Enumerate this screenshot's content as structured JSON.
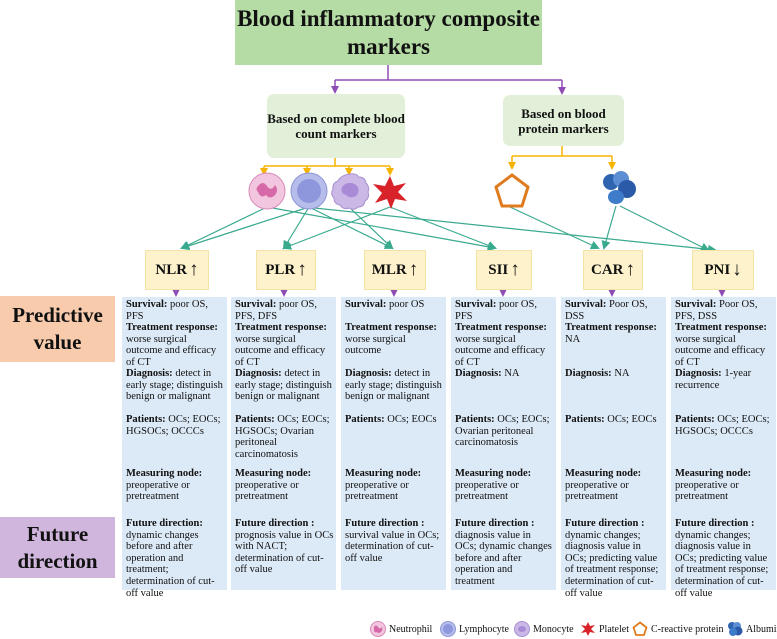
{
  "title": "Blood inflammatory composite markers",
  "branches": {
    "cbc": "Based on complete blood count markers",
    "protein": "Based on blood protein markers"
  },
  "markers": [
    {
      "name": "NLR",
      "arrow": "↑"
    },
    {
      "name": "PLR",
      "arrow": "↑"
    },
    {
      "name": "MLR",
      "arrow": "↑"
    },
    {
      "name": "SII",
      "arrow": "↑"
    },
    {
      "name": "CAR",
      "arrow": "↑"
    },
    {
      "name": "PNI",
      "arrow": "↓"
    }
  ],
  "row_labels": {
    "predictive": "Predictive value",
    "future": "Future direction"
  },
  "field_labels": {
    "survival": "Survival:",
    "treatment": "Treatment response:",
    "diagnosis": "Diagnosis:",
    "patients": "Patients:",
    "measuring": "Measuring node:"
  },
  "columns": [
    {
      "survival": "poor OS, PFS",
      "treatment": "worse surgical outcome and efficacy of CT",
      "diagnosis": "detect in early stage; distinguish benign or malignant",
      "patients": "OCs; EOCs; HGSOCs; OCCCs",
      "measuring": "preoperative or pretreatment",
      "future_label": "Future direction:",
      "future": "dynamic changes before and after operation and treatment; determination of cut-off value"
    },
    {
      "survival": "poor OS, PFS, DFS",
      "treatment": "worse surgical outcome and efficacy of CT",
      "diagnosis": "detect in early stage; distinguish benign or malignant",
      "patients": "OCs; EOCs; HGSOCs; Ovarian peritoneal carcinomatosis",
      "measuring": "preoperative or pretreatment",
      "future_label": "Future direction :",
      "future": "prognosis value in OCs with NACT; determination of cut-off value"
    },
    {
      "survival": "poor OS",
      "treatment": "worse surgical outcome",
      "diagnosis": "detect in early stage; distinguish benign or malignant",
      "patients": "OCs; EOCs",
      "measuring": "preoperative or pretreatment",
      "future_label": "Future direction :",
      "future": "survival value in OCs; determination of cut-off value"
    },
    {
      "survival": "poor OS, PFS",
      "treatment": "worse surgical outcome and efficacy of CT",
      "diagnosis": "NA",
      "patients": "OCs; EOCs; Ovarian peritoneal carcinomatosis",
      "measuring": "preoperative or pretreatment",
      "future_label": "Future direction :",
      "future": "diagnosis value in OCs; dynamic changes before and after operation and treatment"
    },
    {
      "survival": "Poor OS, DSS",
      "treatment": "NA",
      "diagnosis": "NA",
      "patients": "OCs; EOCs",
      "measuring": "preoperative or pretreatment",
      "future_label": "Future direction :",
      "future": "dynamic changes; diagnosis value in OCs; predicting value of treatment response; determination of cut-off value"
    },
    {
      "survival": "Poor OS, PFS, DSS",
      "treatment": "worse surgical outcome and efficacy of CT",
      "diagnosis": "1-year recurrence",
      "patients": "OCs; EOCs; HGSOCs; OCCCs",
      "measuring": "preoperative or pretreatment",
      "future_label": "Future direction :",
      "future": "dynamic changes; diagnosis value in OCs; predicting value of treatment response; determination of cut-off value"
    }
  ],
  "legend": [
    "Neutrophil",
    "Lymphocyte",
    "Monocyte",
    "Platelet",
    "C-reactive protein",
    "Albumin"
  ],
  "colors": {
    "title_bg": "#b5dca4",
    "branch_bg": "#e2f0d9",
    "marker_bg": "#fdf2cc",
    "column_bg": "#dce9f6",
    "predictive_bg": "#f8cbad",
    "future_bg": "#d0b6dc",
    "purple_arrow": "#8e4db5",
    "orange_arrow": "#f5b400",
    "teal_line": "#3aaa8f"
  }
}
